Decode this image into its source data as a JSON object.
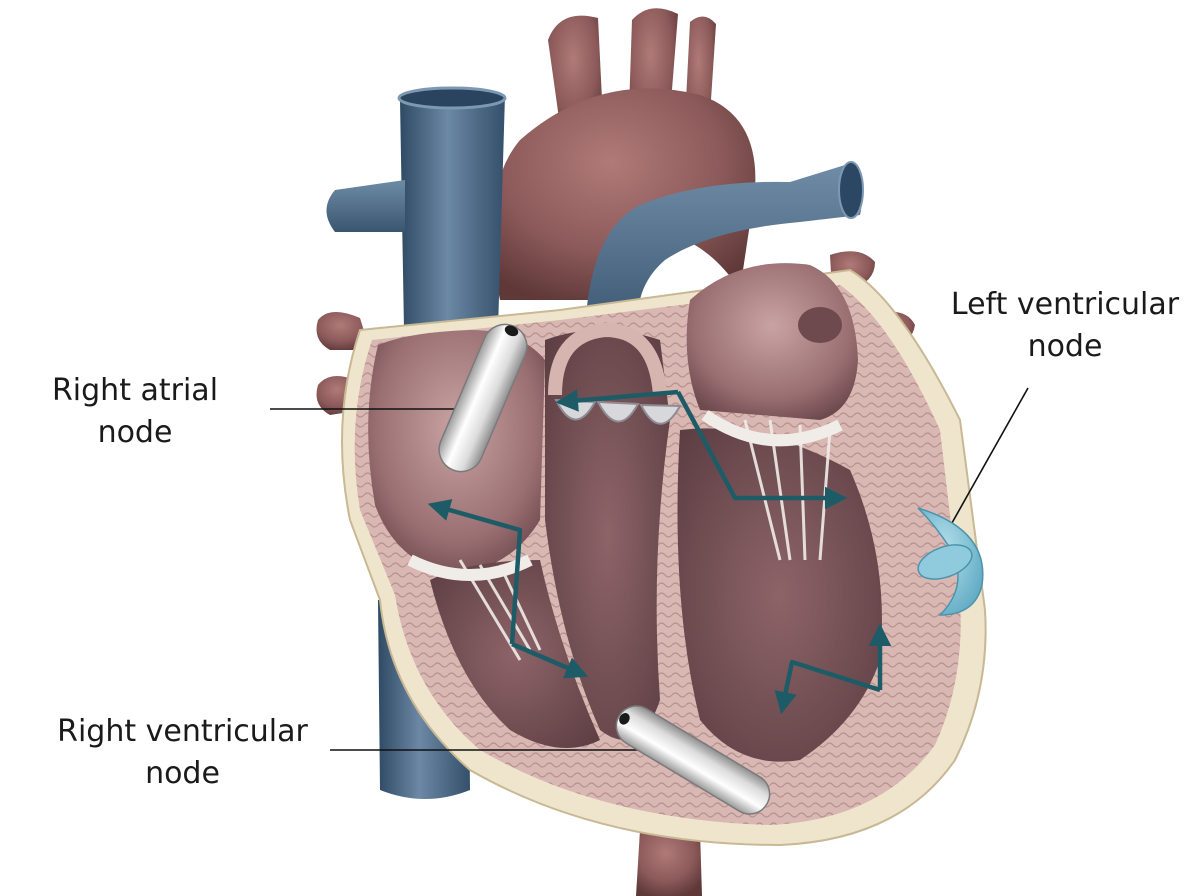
{
  "labels": {
    "right_atrial": [
      "Right atrial",
      "node"
    ],
    "right_ventricular": [
      "Right ventricular",
      "node"
    ],
    "left_ventricular": [
      "Left ventricular",
      "node"
    ]
  },
  "colors": {
    "vein": "#4d6a86",
    "artery": "#8a5656",
    "muscle": "#d7b3b0",
    "chamber": "#a87d80",
    "fat": "#efe5cc",
    "pathway": "#1d5c67",
    "lv_node": "#86c3d7",
    "implant": "#d8d8d8"
  },
  "icons": [
    "heart-illustration",
    "capsule-node",
    "pathway-arrow",
    "crescent-node"
  ]
}
